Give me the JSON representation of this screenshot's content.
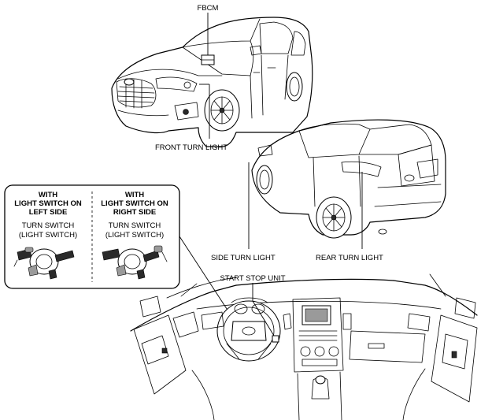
{
  "labels": {
    "fbcm": "FBCM",
    "front_turn_light": "FRONT TURN LIGHT",
    "side_turn_light": "SIDE TURN LIGHT",
    "rear_turn_light": "REAR TURN LIGHT",
    "start_stop_unit": "START STOP UNIT"
  },
  "inset": {
    "left": {
      "heading_line1": "WITH",
      "heading_line2": "LIGHT SWITCH ON",
      "heading_line3": "LEFT SIDE",
      "caption_line1": "TURN SWITCH",
      "caption_line2": "(LIGHT SWITCH)"
    },
    "right": {
      "heading_line1": "WITH",
      "heading_line2": "LIGHT SWITCH ON",
      "heading_line3": "RIGHT SIDE",
      "caption_line1": "TURN SWITCH",
      "caption_line2": "(LIGHT SWITCH)"
    }
  }
}
